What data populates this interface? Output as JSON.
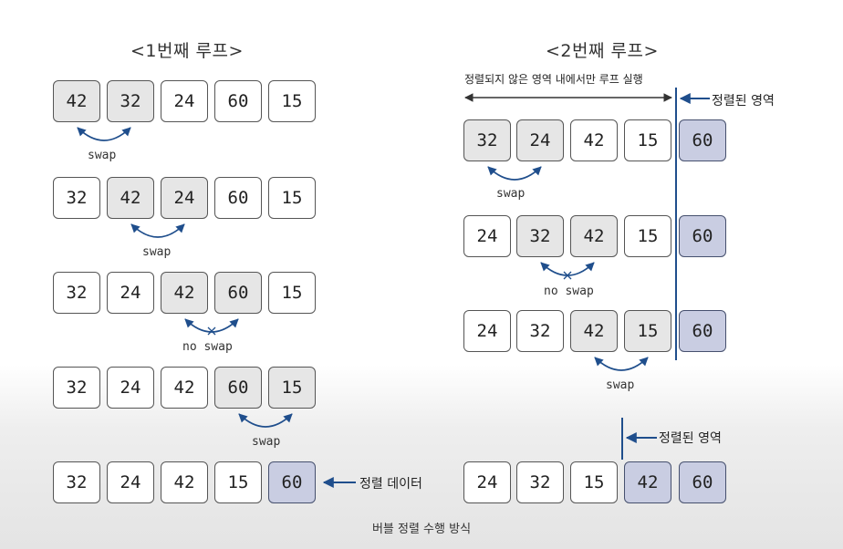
{
  "left": {
    "title": "<1번째 루프>",
    "rows": [
      {
        "values": [
          "42",
          "32",
          "24",
          "60",
          "15"
        ],
        "label": "swap"
      },
      {
        "values": [
          "32",
          "42",
          "24",
          "60",
          "15"
        ],
        "label": "swap"
      },
      {
        "values": [
          "32",
          "24",
          "42",
          "60",
          "15"
        ],
        "label": "no swap"
      },
      {
        "values": [
          "32",
          "24",
          "42",
          "60",
          "15"
        ],
        "label": "swap"
      },
      {
        "values": [
          "32",
          "24",
          "42",
          "15",
          "60"
        ],
        "label": ""
      }
    ],
    "result_annotation": "정렬 데이터"
  },
  "right": {
    "title": "<2번째 루프>",
    "range_annotation": "정렬되지 않은 영역 내에서만 루프 실행",
    "sorted_annotation": "정렬된 영역",
    "rows": [
      {
        "values": [
          "32",
          "24",
          "42",
          "15",
          "60"
        ],
        "label": "swap"
      },
      {
        "values": [
          "24",
          "32",
          "42",
          "15",
          "60"
        ],
        "label": "no swap"
      },
      {
        "values": [
          "24",
          "32",
          "42",
          "15",
          "60"
        ],
        "label": "swap"
      },
      {
        "values": [
          "24",
          "32",
          "15",
          "42",
          "60"
        ],
        "label": ""
      }
    ],
    "bottom_sorted_annotation": "정렬된 영역"
  },
  "caption": "버블 정렬 수행 방식",
  "colors": {
    "highlight": "#e6e6e6",
    "sorted": "#c9cde2",
    "arrow": "#1f4e8c"
  }
}
